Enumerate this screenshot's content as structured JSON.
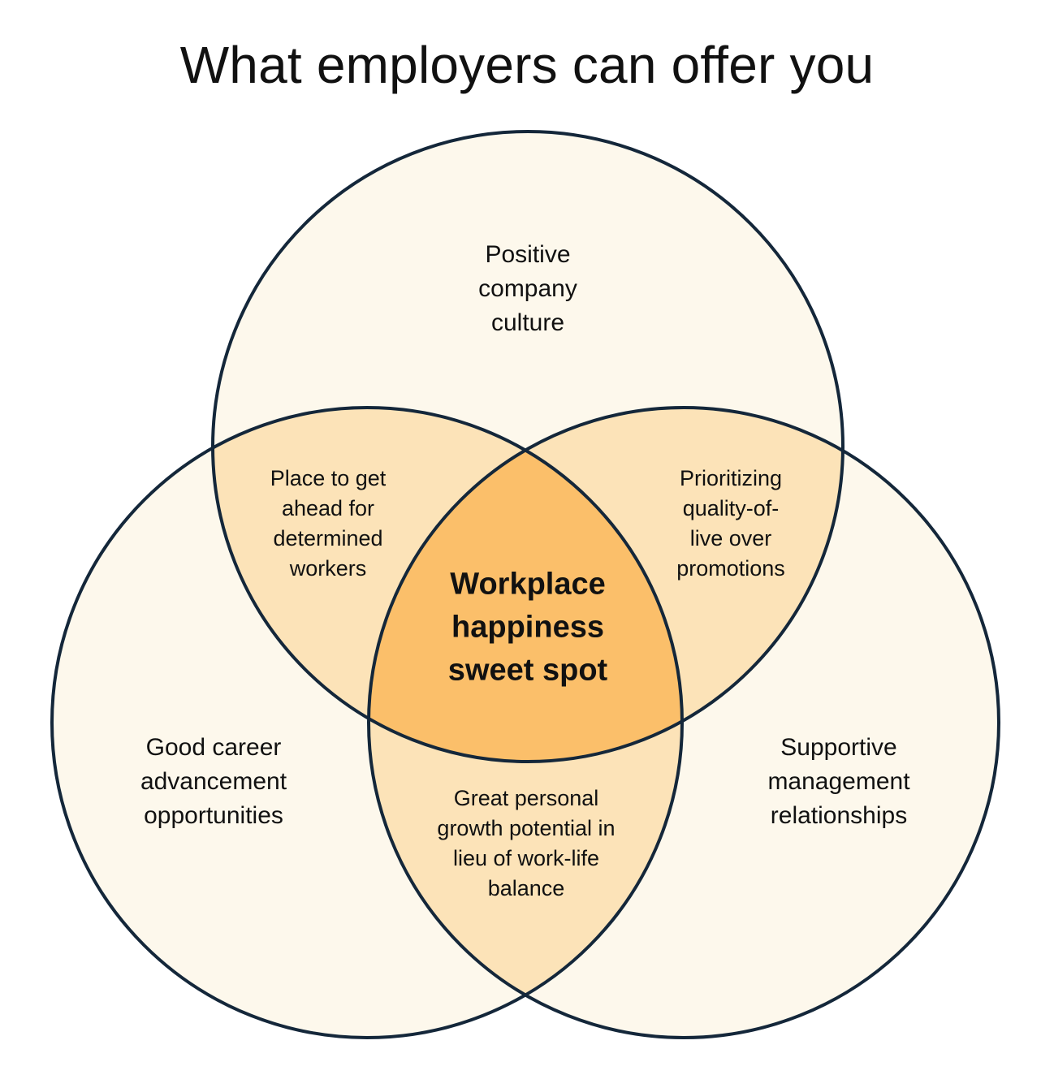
{
  "title": "What employers can offer you",
  "colors": {
    "circle_fill": "#fdf8ec",
    "pair_fill": "#fce3b8",
    "center_fill": "#fbbf6a",
    "outline": "#14273a",
    "text": "#111111"
  },
  "sets": {
    "top": "Positive\ncompany\nculture",
    "left": "Good career\nadvancement\nopportunities",
    "right": "Supportive\nmanagement\nrelationships"
  },
  "intersections": {
    "top_left": "Place to get\nahead for\ndetermined\nworkers",
    "top_right": "Prioritizing\nquality-of-\nlive over\npromotions",
    "left_right": "Great personal\ngrowth potential in\nlieu of work-life\nbalance",
    "all_three": "Workplace\nhappiness\nsweet spot"
  }
}
